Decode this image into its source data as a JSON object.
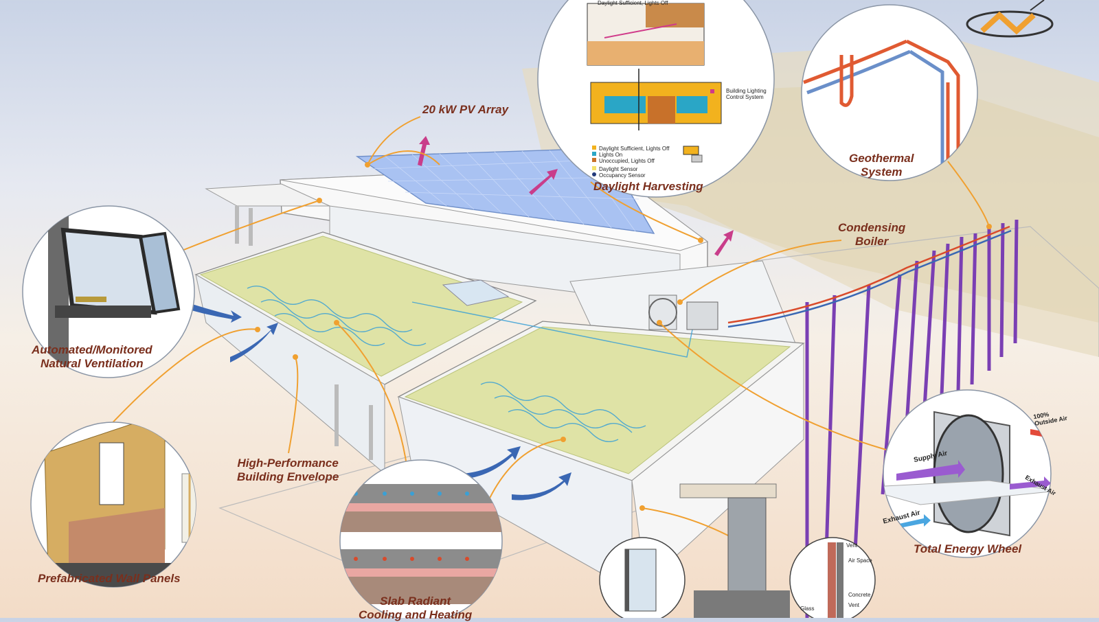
{
  "callouts": {
    "pv_array": "20 kW PV Array",
    "daylight": "Daylight Harvesting",
    "geothermal": "Geothermal\nSystem",
    "condensing": "Condensing\nBoiler",
    "ventilation": "Automated/Monitored\nNatural Ventilation",
    "envelope": "High-Performance\nBuilding Envelope",
    "wall_panels": "Prefabricated Wall Panels",
    "slab": "Slab Radiant\nCooling and Heating",
    "energy_wheel": "Total Energy Wheel"
  },
  "daylight_legend": {
    "top_caption": "Daylight Sufficient, Lights Off",
    "control": "Building Lighting\nControl System",
    "items": [
      {
        "label": "Daylight Sufficient, Lights Off",
        "color": "#f2b21e"
      },
      {
        "label": "Lights On",
        "color": "#2aa6c6"
      },
      {
        "label": "Unoccupied, Lights Off",
        "color": "#c8712a"
      },
      {
        "label": "Daylight Sensor",
        "color": "#f4e26b"
      },
      {
        "label": "Occupancy Sensor",
        "color": "#233a7a"
      }
    ]
  },
  "energy_wheel_labels": {
    "outside": "100%\nOutside Air",
    "supply": "Supply Air",
    "exhaust_in": "Exhaust Air",
    "exhaust_out": "Exhaust Air"
  },
  "wall_section_labels": {
    "vent_top": "Vent",
    "air_space": "Air Space",
    "concrete": "Concrete",
    "vent_bottom": "Vent",
    "glass": "Glass"
  },
  "colors": {
    "label": "#7a2f1d",
    "leader": "#f0a030",
    "pv": "#9ab8ee",
    "green_roof": "#d9df9e",
    "radiant": "#3aa0d6",
    "geo_pipe": "#7a3fb3"
  }
}
